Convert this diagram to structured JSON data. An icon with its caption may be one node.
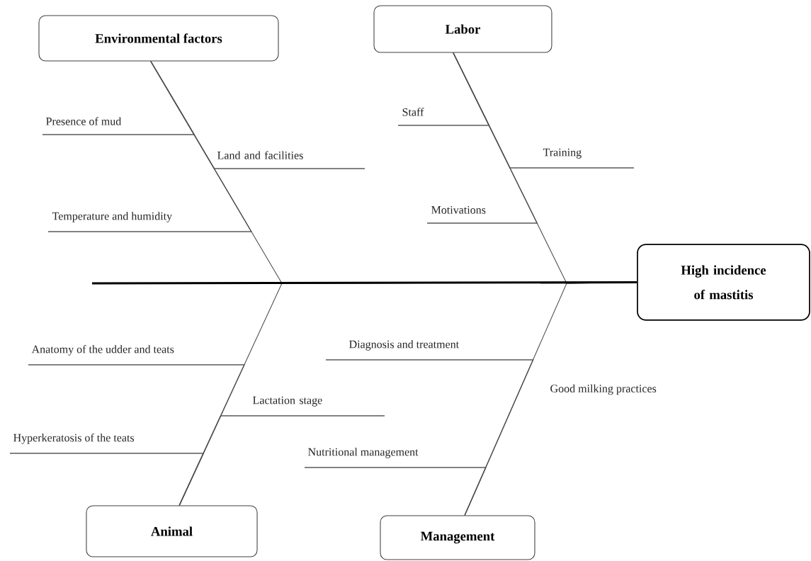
{
  "diagram": {
    "nodes": [
      {
        "text": [
          "Environmental factors"
        ]
      },
      {
        "text": [
          "Labor"
        ]
      },
      {
        "text": [
          "Presence of mud"
        ]
      },
      {
        "text": [
          "Land and facilities"
        ]
      },
      {
        "text": [
          "Staff"
        ]
      },
      {
        "text": [
          "Training"
        ]
      },
      {
        "text": [
          "Temperature and humidity"
        ]
      },
      {
        "text": [
          "Motivations"
        ]
      },
      {
        "text": [
          "High incidence of mastitis"
        ]
      },
      {
        "text": [
          "Anatomy of the udder and teats"
        ]
      },
      {
        "text": [
          "Diagnosis and treatment"
        ]
      },
      {
        "text": [
          "Lactation stage"
        ]
      },
      {
        "text": [
          "Good milking practices"
        ]
      },
      {
        "text": [
          "Hyperkeratosis of the teats"
        ]
      },
      {
        "text": [
          "Nutritional management"
        ]
      },
      {
        "text": [
          "Animal"
        ]
      },
      {
        "text": [
          "Management"
        ]
      }
    ],
    "edges": [
      {
        "from": null,
        "to": 8,
        "arrow": "none",
        "style": "thick"
      },
      {
        "from": 0,
        "to": 8,
        "arrow": "none"
      },
      {
        "from": 1,
        "to": 8,
        "arrow": "none"
      },
      {
        "from": 15,
        "to": 8,
        "arrow": "none"
      },
      {
        "from": 16,
        "to": 8,
        "arrow": "none"
      },
      {
        "from": 2,
        "to": 0,
        "arrow": "none"
      },
      {
        "from": 3,
        "to": 0,
        "arrow": "none"
      },
      {
        "from": 6,
        "to": 0,
        "arrow": "none"
      },
      {
        "from": 4,
        "to": 1,
        "arrow": "none"
      },
      {
        "from": 5,
        "to": 1,
        "arrow": "none"
      },
      {
        "from": 7,
        "to": 1,
        "arrow": "none"
      },
      {
        "from": 9,
        "to": 15,
        "arrow": "none"
      },
      {
        "from": 11,
        "to": 15,
        "arrow": "none"
      },
      {
        "from": 13,
        "to": 15,
        "arrow": "none"
      },
      {
        "from": 10,
        "to": 16,
        "arrow": "none"
      },
      {
        "from": 14,
        "to": 16,
        "arrow": "none"
      }
    ]
  }
}
